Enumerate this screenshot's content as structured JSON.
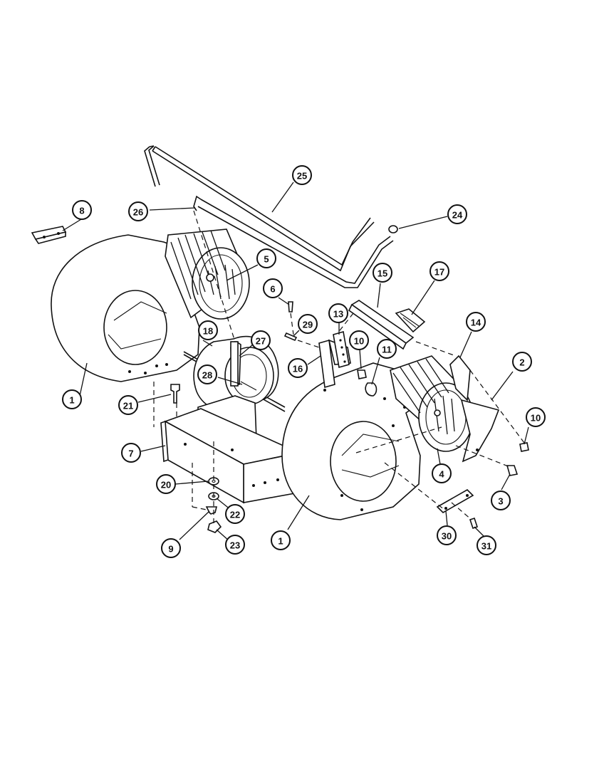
{
  "diagram": {
    "callouts": [
      {
        "id": "c8",
        "label": "8"
      },
      {
        "id": "c26",
        "label": "26"
      },
      {
        "id": "c25",
        "label": "25"
      },
      {
        "id": "c24",
        "label": "24"
      },
      {
        "id": "c5",
        "label": "5"
      },
      {
        "id": "c6",
        "label": "6"
      },
      {
        "id": "c29",
        "label": "29"
      },
      {
        "id": "c15",
        "label": "15"
      },
      {
        "id": "c17",
        "label": "17"
      },
      {
        "id": "c13",
        "label": "13"
      },
      {
        "id": "c10a",
        "label": "10"
      },
      {
        "id": "c11",
        "label": "11"
      },
      {
        "id": "c14",
        "label": "14"
      },
      {
        "id": "c18",
        "label": "18"
      },
      {
        "id": "c27",
        "label": "27"
      },
      {
        "id": "c16",
        "label": "16"
      },
      {
        "id": "c2",
        "label": "2"
      },
      {
        "id": "c28",
        "label": "28"
      },
      {
        "id": "c1a",
        "label": "1"
      },
      {
        "id": "c21",
        "label": "21"
      },
      {
        "id": "c10b",
        "label": "10"
      },
      {
        "id": "c7",
        "label": "7"
      },
      {
        "id": "c4",
        "label": "4"
      },
      {
        "id": "c20",
        "label": "20"
      },
      {
        "id": "c3",
        "label": "3"
      },
      {
        "id": "c22",
        "label": "22"
      },
      {
        "id": "c1b",
        "label": "1"
      },
      {
        "id": "c30",
        "label": "30"
      },
      {
        "id": "c31",
        "label": "31"
      },
      {
        "id": "c9",
        "label": "9"
      },
      {
        "id": "c23",
        "label": "23"
      }
    ]
  }
}
